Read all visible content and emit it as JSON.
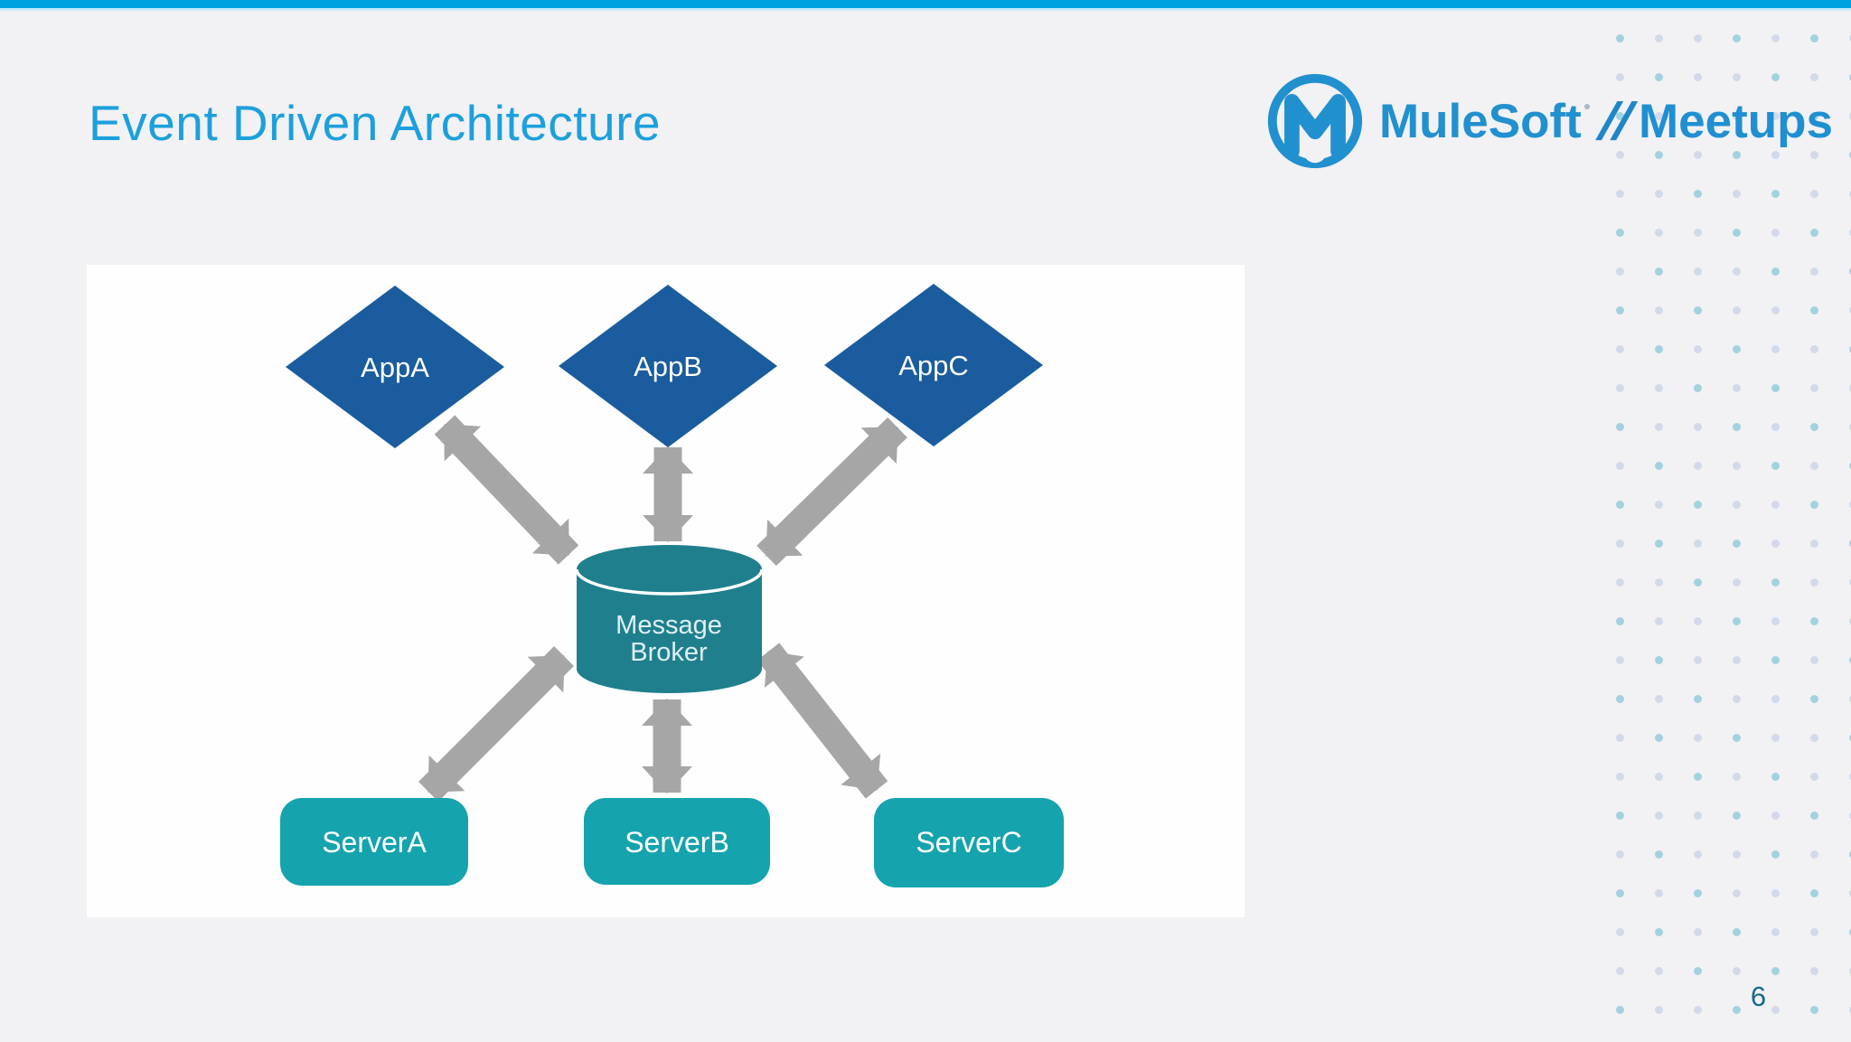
{
  "slide": {
    "title": "Event Driven Architecture",
    "page_number": "6"
  },
  "logo": {
    "brand": "MuleSoft",
    "separator": "//",
    "product": "Meetups"
  },
  "diagram": {
    "apps": [
      {
        "label": "AppA"
      },
      {
        "label": "AppB"
      },
      {
        "label": "AppC"
      }
    ],
    "broker": {
      "label_line1": "Message",
      "label_line2": "Broker"
    },
    "servers": [
      {
        "label": "ServerA"
      },
      {
        "label": "ServerB"
      },
      {
        "label": "ServerC"
      }
    ]
  },
  "colors": {
    "bg": "#F2F1F4",
    "panel": "#FEFEFE",
    "accent_bar": "#00A2DF",
    "accent_bar_glow": "#C9ECF9",
    "title": "#1CA0DC",
    "logo_brand": "#2190CE",
    "logo_sep": "#1F86C9",
    "logo_product": "#1F8FD2",
    "diamond": "#1A5C9E",
    "broker": "#1F7F8D",
    "server": "#15A3AE",
    "arrow": "#A7A6A6",
    "dot_teal": "#A3D2DF",
    "dot_light": "#D2DAE9",
    "page_number": "#176A8C"
  }
}
